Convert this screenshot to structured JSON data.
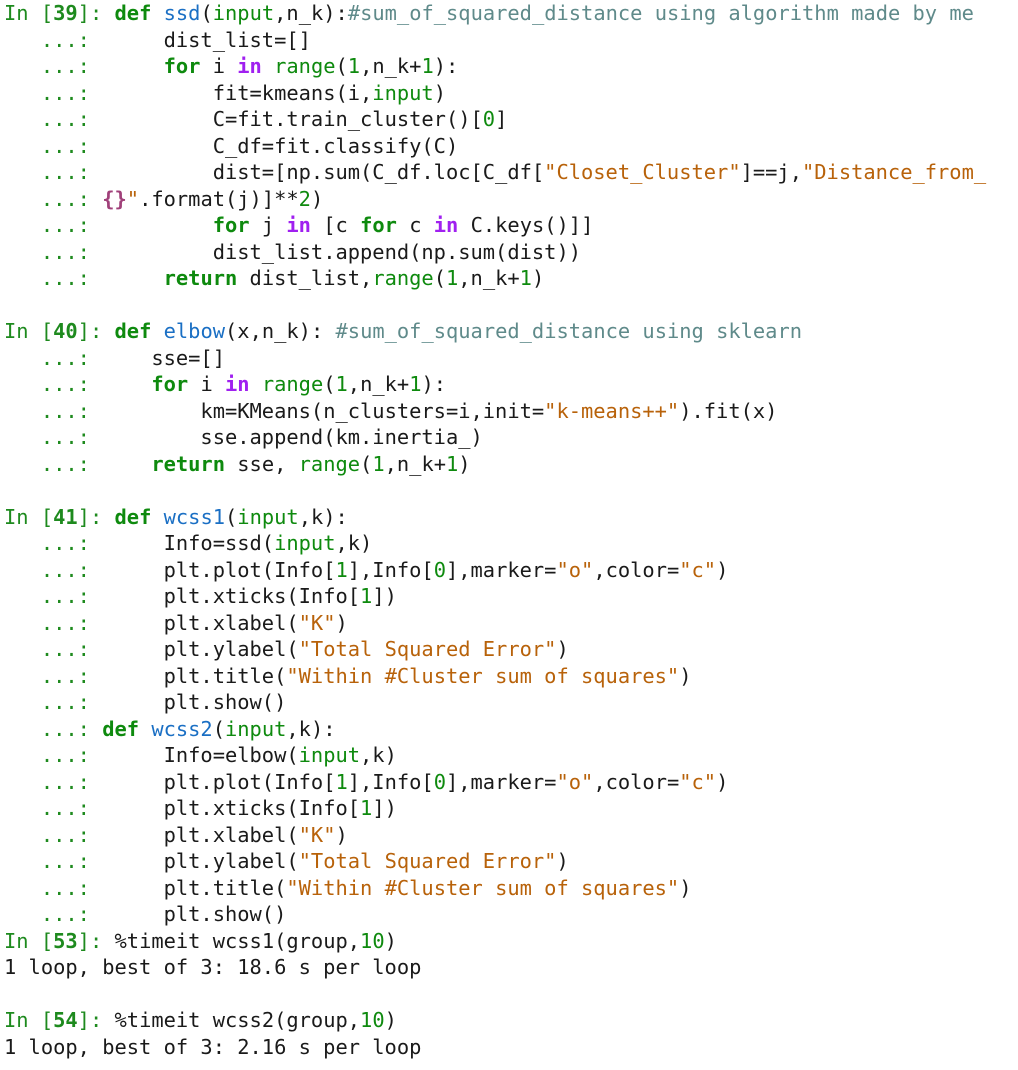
{
  "lines": [
    {
      "tokens": [
        [
          "p-in",
          "In ["
        ],
        [
          "p-num",
          "39"
        ],
        [
          "p-in",
          "]: "
        ],
        [
          "kw",
          "def "
        ],
        [
          "fn",
          "ssd"
        ],
        [
          "plain",
          "("
        ],
        [
          "bi",
          "input"
        ],
        [
          "plain",
          ",n_k):"
        ],
        [
          "cmt",
          "#sum_of_squared_distance using algorithm made by me"
        ]
      ]
    },
    {
      "tokens": [
        [
          "p-cont",
          "   ...: "
        ],
        [
          "plain",
          "     dist_list=[]"
        ]
      ]
    },
    {
      "tokens": [
        [
          "p-cont",
          "   ...: "
        ],
        [
          "plain",
          "     "
        ],
        [
          "kw",
          "for "
        ],
        [
          "plain",
          "i "
        ],
        [
          "kw2",
          "in "
        ],
        [
          "bi",
          "range"
        ],
        [
          "plain",
          "("
        ],
        [
          "num",
          "1"
        ],
        [
          "plain",
          ",n_k+"
        ],
        [
          "num",
          "1"
        ],
        [
          "plain",
          "):"
        ]
      ]
    },
    {
      "tokens": [
        [
          "p-cont",
          "   ...: "
        ],
        [
          "plain",
          "         fit=kmeans(i,"
        ],
        [
          "bi",
          "input"
        ],
        [
          "plain",
          ")"
        ]
      ]
    },
    {
      "tokens": [
        [
          "p-cont",
          "   ...: "
        ],
        [
          "plain",
          "         C=fit.train_cluster()["
        ],
        [
          "num",
          "0"
        ],
        [
          "plain",
          "]"
        ]
      ]
    },
    {
      "tokens": [
        [
          "p-cont",
          "   ...: "
        ],
        [
          "plain",
          "         C_df=fit.classify(C)"
        ]
      ]
    },
    {
      "tokens": [
        [
          "p-cont",
          "   ...: "
        ],
        [
          "plain",
          "         dist=[np.sum(C_df.loc[C_df["
        ],
        [
          "str",
          "\"Closet_Cluster\""
        ],
        [
          "plain",
          "]==j,"
        ],
        [
          "str",
          "\"Distance_from_"
        ]
      ]
    },
    {
      "tokens": [
        [
          "p-cont",
          "   ...: "
        ],
        [
          "fmt",
          "{}"
        ],
        [
          "str",
          "\""
        ],
        [
          "plain",
          ".format(j)]**"
        ],
        [
          "num",
          "2"
        ],
        [
          "plain",
          ")"
        ]
      ]
    },
    {
      "tokens": [
        [
          "p-cont",
          "   ...: "
        ],
        [
          "plain",
          "         "
        ],
        [
          "kw",
          "for "
        ],
        [
          "plain",
          "j "
        ],
        [
          "kw2",
          "in "
        ],
        [
          "plain",
          "[c "
        ],
        [
          "kw",
          "for "
        ],
        [
          "plain",
          "c "
        ],
        [
          "kw2",
          "in "
        ],
        [
          "plain",
          "C.keys()]]"
        ]
      ]
    },
    {
      "tokens": [
        [
          "p-cont",
          "   ...: "
        ],
        [
          "plain",
          "         dist_list.append(np.sum(dist))"
        ]
      ]
    },
    {
      "tokens": [
        [
          "p-cont",
          "   ...: "
        ],
        [
          "plain",
          "     "
        ],
        [
          "kw",
          "return "
        ],
        [
          "plain",
          "dist_list,"
        ],
        [
          "bi",
          "range"
        ],
        [
          "plain",
          "("
        ],
        [
          "num",
          "1"
        ],
        [
          "plain",
          ",n_k+"
        ],
        [
          "num",
          "1"
        ],
        [
          "plain",
          ")"
        ]
      ]
    },
    {
      "blank": true
    },
    {
      "tokens": [
        [
          "p-in",
          "In ["
        ],
        [
          "p-num",
          "40"
        ],
        [
          "p-in",
          "]: "
        ],
        [
          "kw",
          "def "
        ],
        [
          "fn",
          "elbow"
        ],
        [
          "plain",
          "(x,n_k): "
        ],
        [
          "cmt",
          "#sum_of_squared_distance using sklearn"
        ]
      ]
    },
    {
      "tokens": [
        [
          "p-cont",
          "   ...: "
        ],
        [
          "plain",
          "    sse=[]"
        ]
      ]
    },
    {
      "tokens": [
        [
          "p-cont",
          "   ...: "
        ],
        [
          "plain",
          "    "
        ],
        [
          "kw",
          "for "
        ],
        [
          "plain",
          "i "
        ],
        [
          "kw2",
          "in "
        ],
        [
          "bi",
          "range"
        ],
        [
          "plain",
          "("
        ],
        [
          "num",
          "1"
        ],
        [
          "plain",
          ",n_k+"
        ],
        [
          "num",
          "1"
        ],
        [
          "plain",
          "):"
        ]
      ]
    },
    {
      "tokens": [
        [
          "p-cont",
          "   ...: "
        ],
        [
          "plain",
          "        km=KMeans(n_clusters=i,init="
        ],
        [
          "str",
          "\"k-means++\""
        ],
        [
          "plain",
          ").fit(x)"
        ]
      ]
    },
    {
      "tokens": [
        [
          "p-cont",
          "   ...: "
        ],
        [
          "plain",
          "        sse.append(km.inertia_)"
        ]
      ]
    },
    {
      "tokens": [
        [
          "p-cont",
          "   ...: "
        ],
        [
          "plain",
          "    "
        ],
        [
          "kw",
          "return "
        ],
        [
          "plain",
          "sse, "
        ],
        [
          "bi",
          "range"
        ],
        [
          "plain",
          "("
        ],
        [
          "num",
          "1"
        ],
        [
          "plain",
          ",n_k+"
        ],
        [
          "num",
          "1"
        ],
        [
          "plain",
          ")"
        ]
      ]
    },
    {
      "blank": true
    },
    {
      "tokens": [
        [
          "p-in",
          "In ["
        ],
        [
          "p-num",
          "41"
        ],
        [
          "p-in",
          "]: "
        ],
        [
          "kw",
          "def "
        ],
        [
          "fn",
          "wcss1"
        ],
        [
          "plain",
          "("
        ],
        [
          "bi",
          "input"
        ],
        [
          "plain",
          ",k):"
        ]
      ]
    },
    {
      "tokens": [
        [
          "p-cont",
          "   ...: "
        ],
        [
          "plain",
          "     Info=ssd("
        ],
        [
          "bi",
          "input"
        ],
        [
          "plain",
          ",k)"
        ]
      ]
    },
    {
      "tokens": [
        [
          "p-cont",
          "   ...: "
        ],
        [
          "plain",
          "     plt.plot(Info["
        ],
        [
          "num",
          "1"
        ],
        [
          "plain",
          "],Info["
        ],
        [
          "num",
          "0"
        ],
        [
          "plain",
          "],marker="
        ],
        [
          "str",
          "\"o\""
        ],
        [
          "plain",
          ",color="
        ],
        [
          "str",
          "\"c\""
        ],
        [
          "plain",
          ")"
        ]
      ]
    },
    {
      "tokens": [
        [
          "p-cont",
          "   ...: "
        ],
        [
          "plain",
          "     plt.xticks(Info["
        ],
        [
          "num",
          "1"
        ],
        [
          "plain",
          "])"
        ]
      ]
    },
    {
      "tokens": [
        [
          "p-cont",
          "   ...: "
        ],
        [
          "plain",
          "     plt.xlabel("
        ],
        [
          "str",
          "\"K\""
        ],
        [
          "plain",
          ")"
        ]
      ]
    },
    {
      "tokens": [
        [
          "p-cont",
          "   ...: "
        ],
        [
          "plain",
          "     plt.ylabel("
        ],
        [
          "str",
          "\"Total Squared Error\""
        ],
        [
          "plain",
          ")"
        ]
      ]
    },
    {
      "tokens": [
        [
          "p-cont",
          "   ...: "
        ],
        [
          "plain",
          "     plt.title("
        ],
        [
          "str",
          "\"Within #Cluster sum of squares\""
        ],
        [
          "plain",
          ")"
        ]
      ]
    },
    {
      "tokens": [
        [
          "p-cont",
          "   ...: "
        ],
        [
          "plain",
          "     plt.show()"
        ]
      ]
    },
    {
      "tokens": [
        [
          "p-cont",
          "   ...: "
        ],
        [
          "kw",
          "def "
        ],
        [
          "fn",
          "wcss2"
        ],
        [
          "plain",
          "("
        ],
        [
          "bi",
          "input"
        ],
        [
          "plain",
          ",k):"
        ]
      ]
    },
    {
      "tokens": [
        [
          "p-cont",
          "   ...: "
        ],
        [
          "plain",
          "     Info=elbow("
        ],
        [
          "bi",
          "input"
        ],
        [
          "plain",
          ",k)"
        ]
      ]
    },
    {
      "tokens": [
        [
          "p-cont",
          "   ...: "
        ],
        [
          "plain",
          "     plt.plot(Info["
        ],
        [
          "num",
          "1"
        ],
        [
          "plain",
          "],Info["
        ],
        [
          "num",
          "0"
        ],
        [
          "plain",
          "],marker="
        ],
        [
          "str",
          "\"o\""
        ],
        [
          "plain",
          ",color="
        ],
        [
          "str",
          "\"c\""
        ],
        [
          "plain",
          ")"
        ]
      ]
    },
    {
      "tokens": [
        [
          "p-cont",
          "   ...: "
        ],
        [
          "plain",
          "     plt.xticks(Info["
        ],
        [
          "num",
          "1"
        ],
        [
          "plain",
          "])"
        ]
      ]
    },
    {
      "tokens": [
        [
          "p-cont",
          "   ...: "
        ],
        [
          "plain",
          "     plt.xlabel("
        ],
        [
          "str",
          "\"K\""
        ],
        [
          "plain",
          ")"
        ]
      ]
    },
    {
      "tokens": [
        [
          "p-cont",
          "   ...: "
        ],
        [
          "plain",
          "     plt.ylabel("
        ],
        [
          "str",
          "\"Total Squared Error\""
        ],
        [
          "plain",
          ")"
        ]
      ]
    },
    {
      "tokens": [
        [
          "p-cont",
          "   ...: "
        ],
        [
          "plain",
          "     plt.title("
        ],
        [
          "str",
          "\"Within #Cluster sum of squares\""
        ],
        [
          "plain",
          ")"
        ]
      ]
    },
    {
      "tokens": [
        [
          "p-cont",
          "   ...: "
        ],
        [
          "plain",
          "     plt.show()"
        ]
      ]
    },
    {
      "tokens": [
        [
          "p-in",
          "In ["
        ],
        [
          "p-num",
          "53"
        ],
        [
          "p-in",
          "]: "
        ],
        [
          "plain",
          "%timeit wcss1(group,"
        ],
        [
          "num",
          "10"
        ],
        [
          "plain",
          ")"
        ]
      ]
    },
    {
      "tokens": [
        [
          "out",
          "1 loop, best of 3: 18.6 s per loop"
        ]
      ]
    },
    {
      "blank": true
    },
    {
      "tokens": [
        [
          "p-in",
          "In ["
        ],
        [
          "p-num",
          "54"
        ],
        [
          "p-in",
          "]: "
        ],
        [
          "plain",
          "%timeit wcss2(group,"
        ],
        [
          "num",
          "10"
        ],
        [
          "plain",
          ")"
        ]
      ]
    },
    {
      "tokens": [
        [
          "out",
          "1 loop, best of 3: 2.16 s per loop"
        ]
      ]
    }
  ]
}
